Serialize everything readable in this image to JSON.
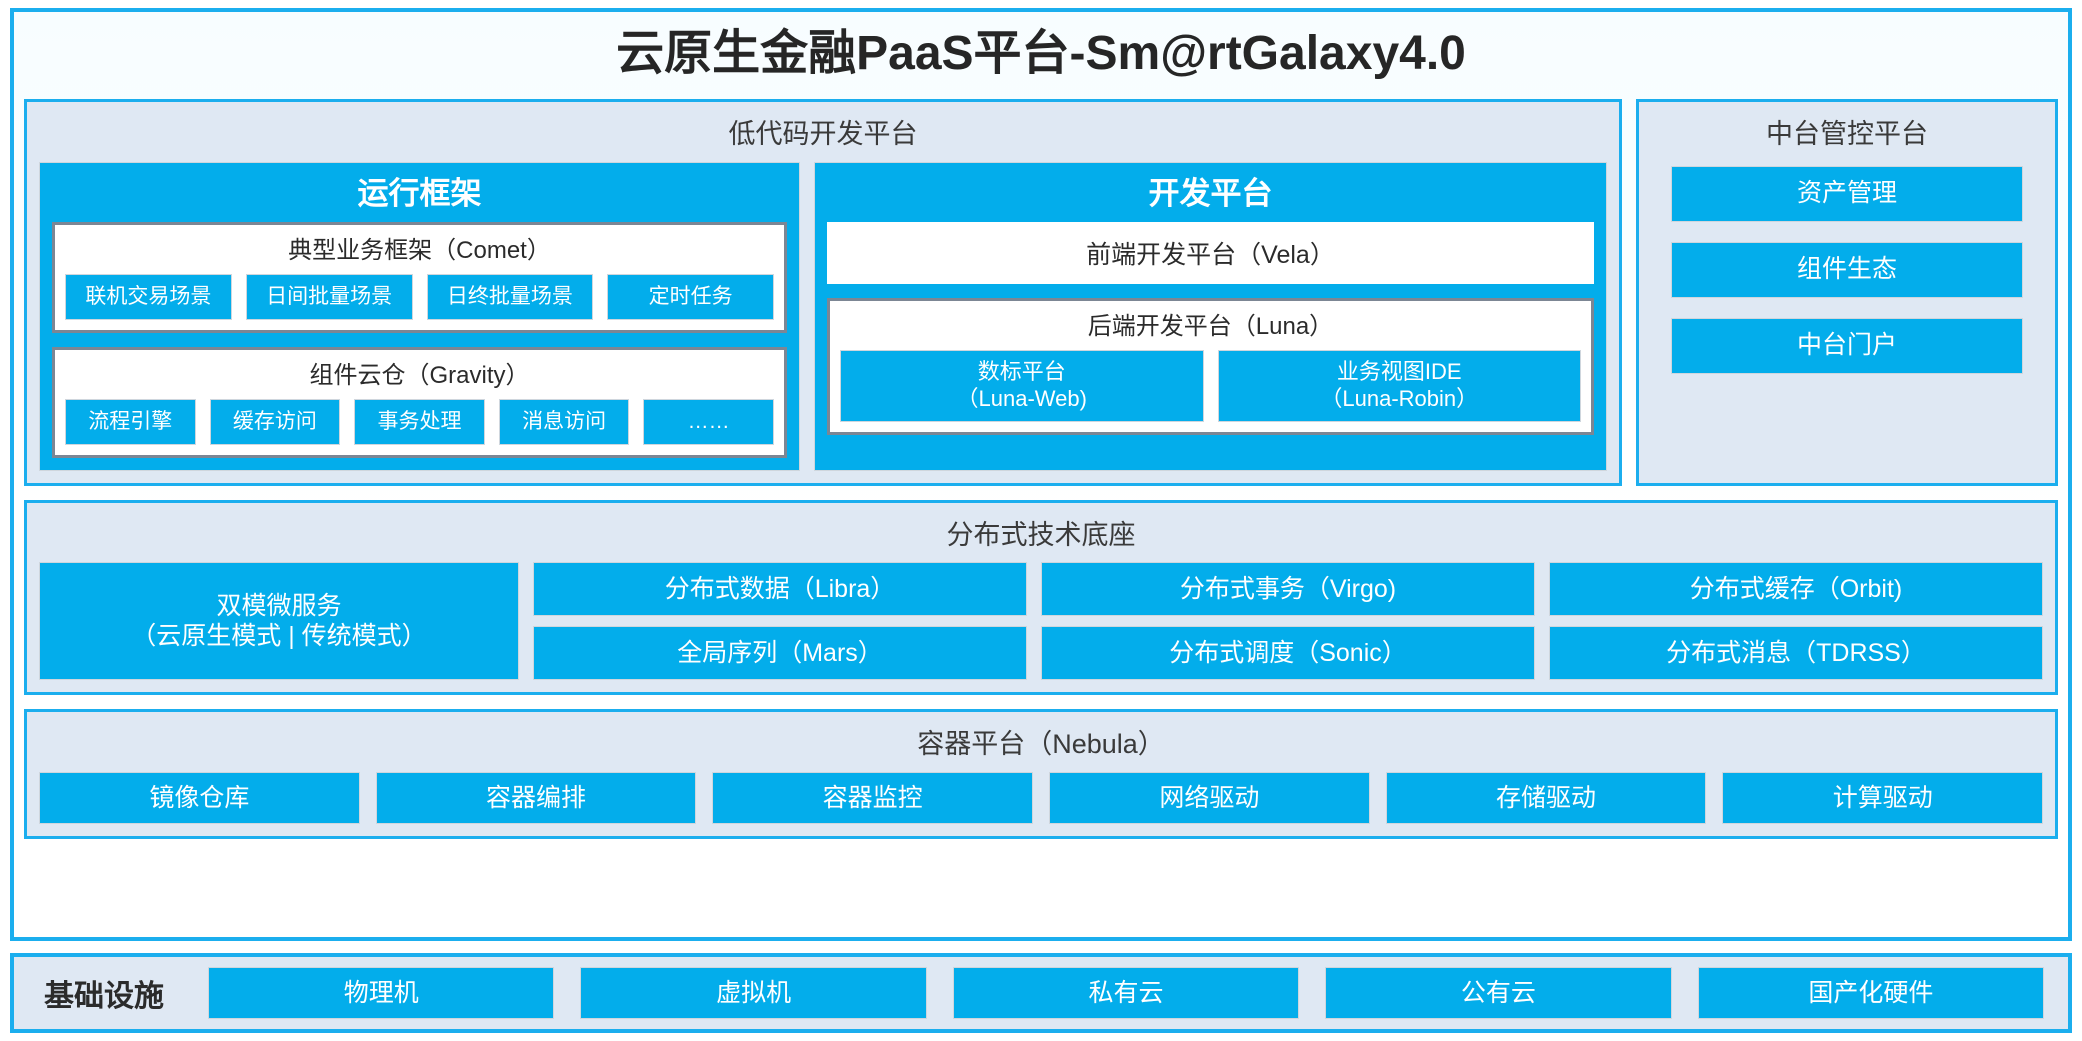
{
  "colors": {
    "accent_blue": "#03ADEB",
    "frame_blue": "#1BAEEE",
    "panel_bg": "#DFE8F3",
    "card_border_gray": "#7C8694",
    "text_dark": "#2b2b2b",
    "text_white": "#ffffff"
  },
  "title": "云原生金融PaaS平台-Sm@rtGalaxy4.0",
  "lowcode": {
    "title": "低代码开发平台",
    "runtime": {
      "title": "运行框架",
      "comet": {
        "title": "典型业务框架（Comet）",
        "items": [
          "联机交易场景",
          "日间批量场景",
          "日终批量场景",
          "定时任务"
        ]
      },
      "gravity": {
        "title": "组件云仓（Gravity）",
        "items": [
          "流程引擎",
          "缓存访问",
          "事务处理",
          "消息访问",
          "……"
        ]
      }
    },
    "devplatform": {
      "title": "开发平台",
      "vela": "前端开发平台（Vela）",
      "luna": {
        "title": "后端开发平台（Luna）",
        "items": [
          {
            "line1": "数标平台",
            "line2": "（Luna-Web)"
          },
          {
            "line1": "业务视图IDE",
            "line2": "（Luna-Robin）"
          }
        ]
      }
    }
  },
  "midplatform": {
    "title": "中台管控平台",
    "items": [
      "资产管理",
      "组件生态",
      "中台门户"
    ]
  },
  "distributed": {
    "title": "分布式技术底座",
    "microservice": {
      "line1": "双模微服务",
      "line2": "（云原生模式 | 传统模式）"
    },
    "groups": [
      [
        "分布式数据（Libra）",
        "全局序列（Mars）"
      ],
      [
        "分布式事务（Virgo)",
        "分布式调度（Sonic）"
      ],
      [
        "分布式缓存（Orbit)",
        "分布式消息（TDRSS）"
      ]
    ]
  },
  "container": {
    "title": "容器平台（Nebula）",
    "items": [
      "镜像仓库",
      "容器编排",
      "容器监控",
      "网络驱动",
      "存储驱动",
      "计算驱动"
    ]
  },
  "infrastructure": {
    "label": "基础设施",
    "items": [
      "物理机",
      "虚拟机",
      "私有云",
      "公有云",
      "国产化硬件"
    ]
  }
}
